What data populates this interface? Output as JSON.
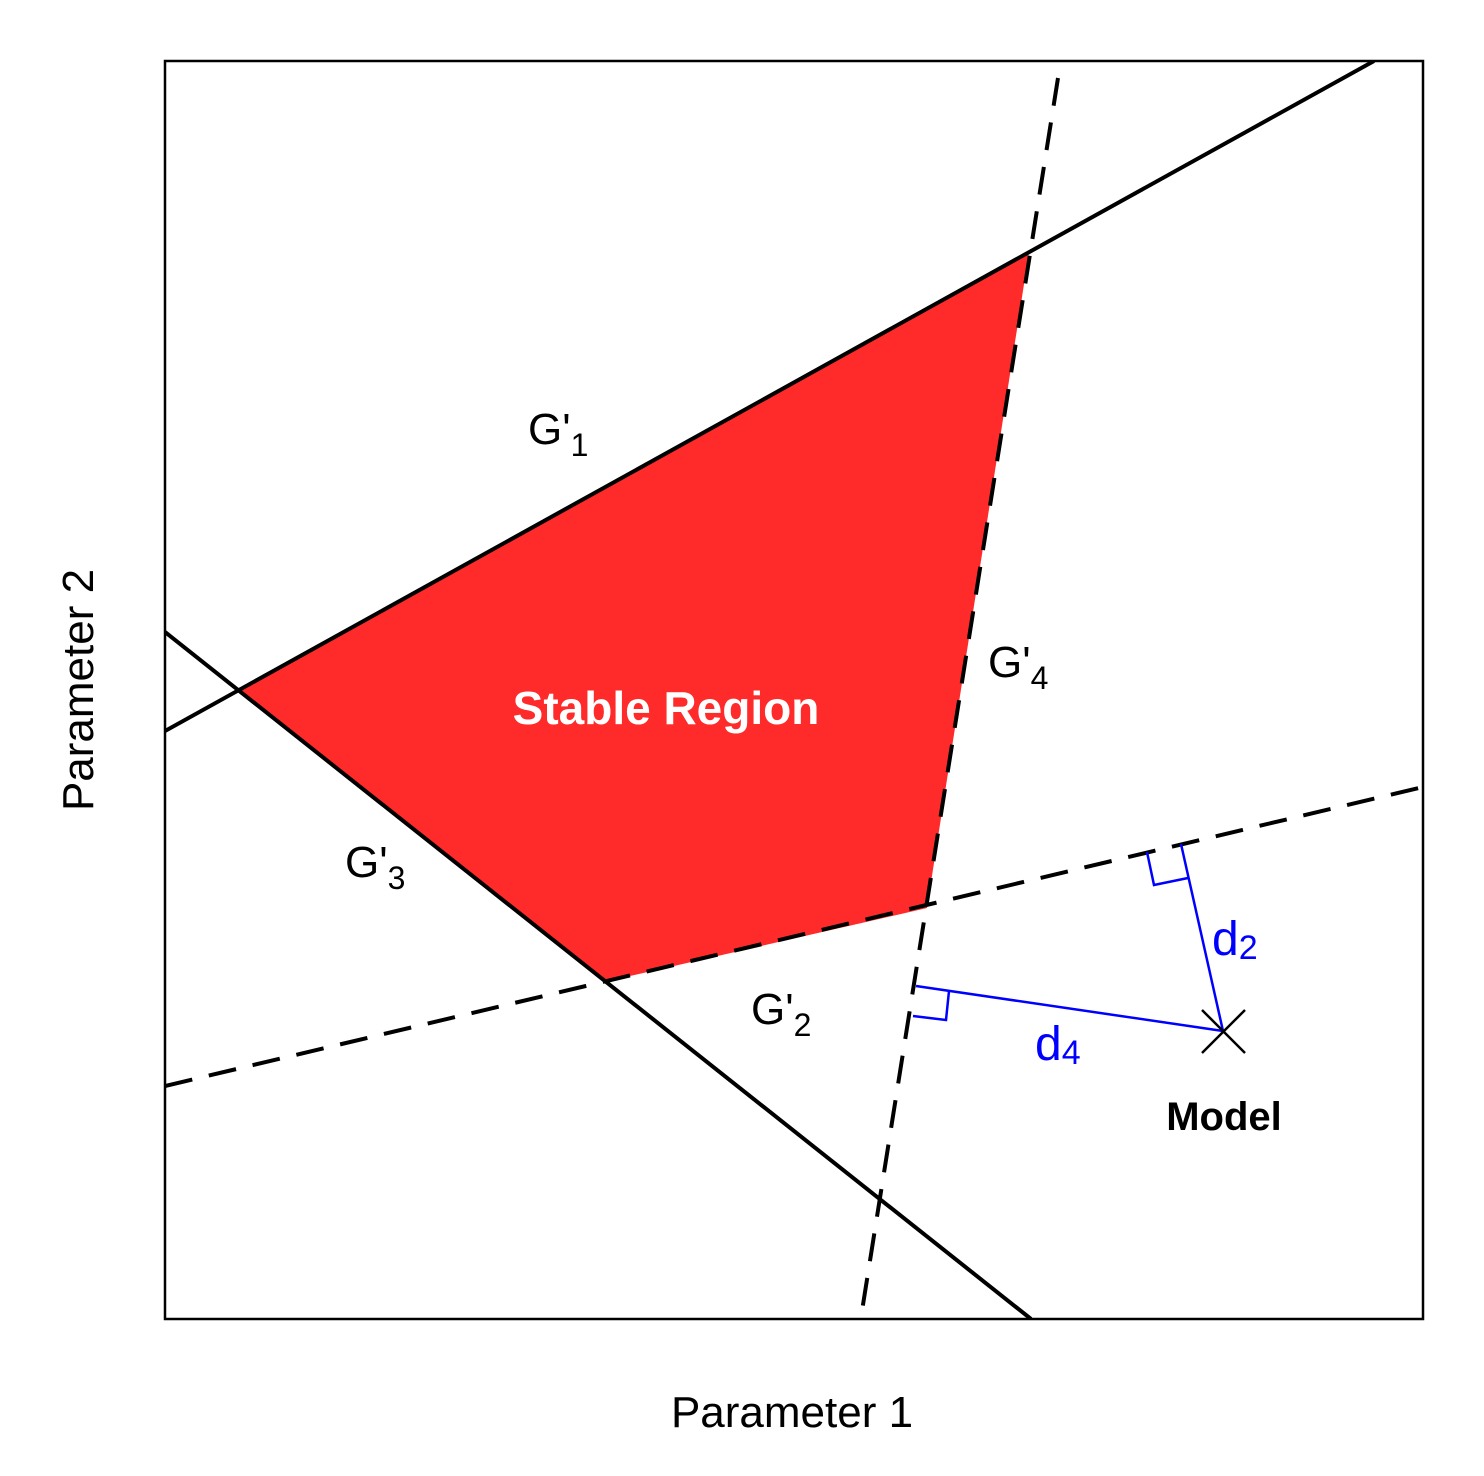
{
  "axes": {
    "xlabel": "Parameter 1",
    "ylabel": "Parameter 2"
  },
  "constraints": [
    {
      "name": "G'",
      "subscript": "1",
      "style": "solid"
    },
    {
      "name": "G'",
      "subscript": "2",
      "style": "dashed"
    },
    {
      "name": "G'",
      "subscript": "3",
      "style": "solid"
    },
    {
      "name": "G'",
      "subscript": "4",
      "style": "dashed"
    }
  ],
  "region": {
    "label": "Stable Region",
    "color": "#ff2a2a"
  },
  "model": {
    "label": "Model"
  },
  "distances": [
    {
      "name": "d",
      "subscript": "2",
      "color": "#0000ff"
    },
    {
      "name": "d",
      "subscript": "4",
      "color": "#0000ff"
    }
  ]
}
